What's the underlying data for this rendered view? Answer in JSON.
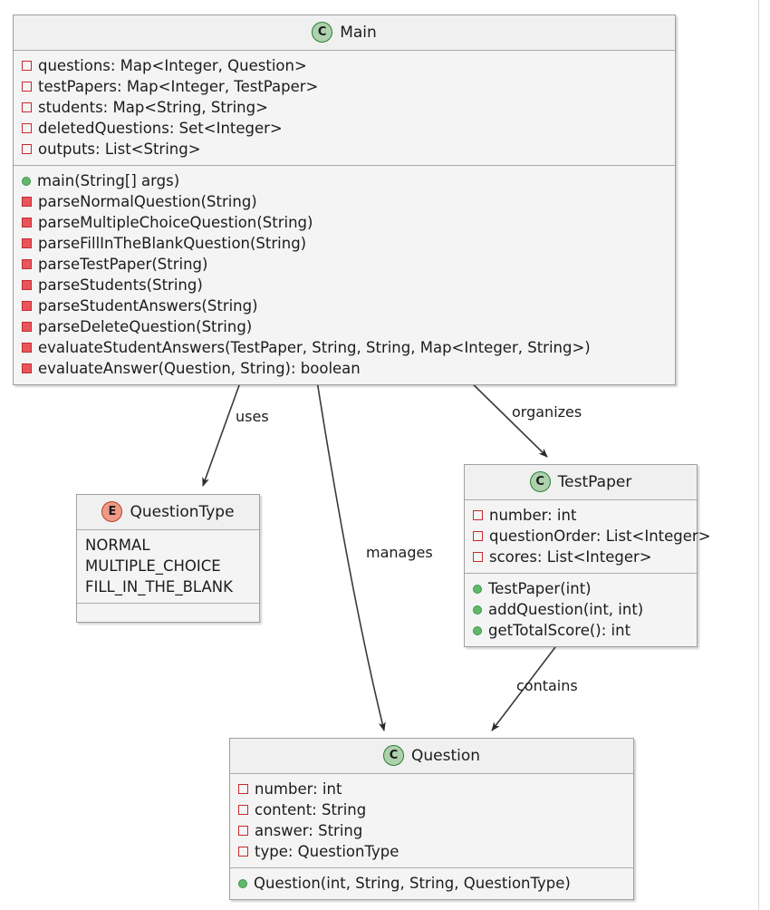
{
  "diagram": {
    "type": "uml-class-diagram",
    "background": "#ffffff",
    "colors": {
      "class_fill": "#f0f0f0",
      "border": "#a0a0a0",
      "class_stereotype": "#add1ad",
      "enum_stereotype": "#ef9a86",
      "private_marker": "#c82930",
      "public_marker": "#60b86a",
      "edge": "#3a3a3a"
    }
  },
  "classes": {
    "main": {
      "stereotype": "C",
      "stereotype_name": "class-stereotype-icon",
      "name": "Main",
      "attributes": [
        {
          "visibility": "private",
          "text": "questions: Map<Integer, Question>"
        },
        {
          "visibility": "private",
          "text": "testPapers: Map<Integer, TestPaper>"
        },
        {
          "visibility": "private",
          "text": "students: Map<String, String>"
        },
        {
          "visibility": "private",
          "text": "deletedQuestions: Set<Integer>"
        },
        {
          "visibility": "private",
          "text": "outputs: List<String>"
        }
      ],
      "methods": [
        {
          "visibility": "public",
          "text": "main(String[] args)"
        },
        {
          "visibility": "private",
          "text": "parseNormalQuestion(String)"
        },
        {
          "visibility": "private",
          "text": "parseMultipleChoiceQuestion(String)"
        },
        {
          "visibility": "private",
          "text": "parseFillInTheBlankQuestion(String)"
        },
        {
          "visibility": "private",
          "text": "parseTestPaper(String)"
        },
        {
          "visibility": "private",
          "text": "parseStudents(String)"
        },
        {
          "visibility": "private",
          "text": "parseStudentAnswers(String)"
        },
        {
          "visibility": "private",
          "text": "parseDeleteQuestion(String)"
        },
        {
          "visibility": "private",
          "text": "evaluateStudentAnswers(TestPaper, String, String, Map<Integer, String>)"
        },
        {
          "visibility": "private",
          "text": "evaluateAnswer(Question, String): boolean"
        }
      ]
    },
    "questiontype": {
      "stereotype": "E",
      "stereotype_name": "enum-stereotype-icon",
      "name": "QuestionType",
      "literals": [
        "NORMAL",
        "MULTIPLE_CHOICE",
        "FILL_IN_THE_BLANK"
      ],
      "methods": []
    },
    "testpaper": {
      "stereotype": "C",
      "stereotype_name": "class-stereotype-icon",
      "name": "TestPaper",
      "attributes": [
        {
          "visibility": "private",
          "text": "number: int"
        },
        {
          "visibility": "private",
          "text": "questionOrder: List<Integer>"
        },
        {
          "visibility": "private",
          "text": "scores: List<Integer>"
        }
      ],
      "methods": [
        {
          "visibility": "public",
          "text": "TestPaper(int)"
        },
        {
          "visibility": "public",
          "text": "addQuestion(int, int)"
        },
        {
          "visibility": "public",
          "text": "getTotalScore(): int"
        }
      ]
    },
    "question": {
      "stereotype": "C",
      "stereotype_name": "class-stereotype-icon",
      "name": "Question",
      "attributes": [
        {
          "visibility": "private",
          "text": "number: int"
        },
        {
          "visibility": "private",
          "text": "content: String"
        },
        {
          "visibility": "private",
          "text": "answer: String"
        },
        {
          "visibility": "private",
          "text": "type: QuestionType"
        }
      ],
      "methods": [
        {
          "visibility": "public",
          "text": "Question(int, String, String, QuestionType)"
        }
      ]
    }
  },
  "relations": [
    {
      "id": "uses",
      "label": "uses",
      "from": "Main",
      "to": "QuestionType"
    },
    {
      "id": "manages",
      "label": "manages",
      "from": "Main",
      "to": "Question"
    },
    {
      "id": "organizes",
      "label": "organizes",
      "from": "Main",
      "to": "TestPaper"
    },
    {
      "id": "contains",
      "label": "contains",
      "from": "TestPaper",
      "to": "Question"
    }
  ]
}
